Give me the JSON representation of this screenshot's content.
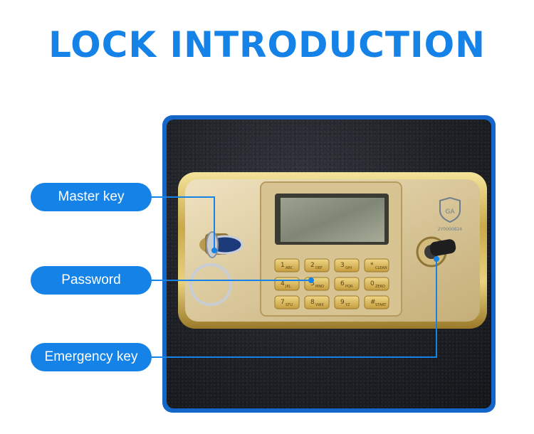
{
  "title": "LOCK INTRODUCTION",
  "labels": {
    "master_key": "Master key",
    "password": "Password",
    "emergency_key": "Emergency key"
  },
  "keypad": [
    {
      "num": "1",
      "letters": "ABC"
    },
    {
      "num": "2",
      "letters": "DEF"
    },
    {
      "num": "3",
      "letters": "GHI"
    },
    {
      "num": "*",
      "letters": "CLEAN"
    },
    {
      "num": "4",
      "letters": "JKL"
    },
    {
      "num": "5",
      "letters": "MNO"
    },
    {
      "num": "6",
      "letters": "PQR"
    },
    {
      "num": "0",
      "letters": "ZERO"
    },
    {
      "num": "7",
      "letters": "STU"
    },
    {
      "num": "8",
      "letters": "VWX"
    },
    {
      "num": "9",
      "letters": "YZ"
    },
    {
      "num": "#",
      "letters": "START"
    }
  ],
  "badge": {
    "mark": "GA",
    "code": "2Y0000824"
  },
  "colors": {
    "accent": "#1482e6",
    "frame": "#1466c8",
    "gold": "#c9a94a"
  }
}
